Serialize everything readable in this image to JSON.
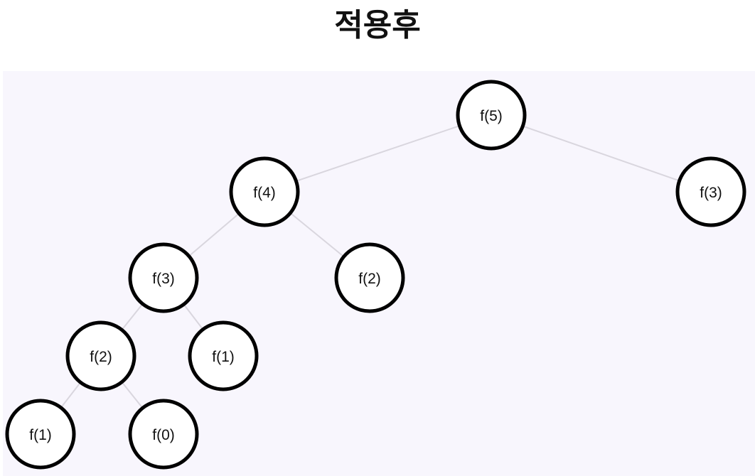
{
  "title": "적용후",
  "colors": {
    "background": "#f8f6fd",
    "node_fill": "#ffffff",
    "node_stroke": "#000000",
    "edge": "#d9d6de"
  },
  "tree": {
    "nodes": [
      {
        "id": "n0",
        "label": "f(5)"
      },
      {
        "id": "n1",
        "label": "f(4)"
      },
      {
        "id": "n2",
        "label": "f(3)"
      },
      {
        "id": "n3",
        "label": "f(3)"
      },
      {
        "id": "n4",
        "label": "f(2)"
      },
      {
        "id": "n5",
        "label": "f(2)"
      },
      {
        "id": "n6",
        "label": "f(1)"
      },
      {
        "id": "n7",
        "label": "f(1)"
      },
      {
        "id": "n8",
        "label": "f(0)"
      }
    ],
    "edges": [
      [
        "n0",
        "n1"
      ],
      [
        "n0",
        "n2"
      ],
      [
        "n1",
        "n3"
      ],
      [
        "n1",
        "n4"
      ],
      [
        "n3",
        "n5"
      ],
      [
        "n3",
        "n6"
      ],
      [
        "n5",
        "n7"
      ],
      [
        "n5",
        "n8"
      ]
    ]
  }
}
